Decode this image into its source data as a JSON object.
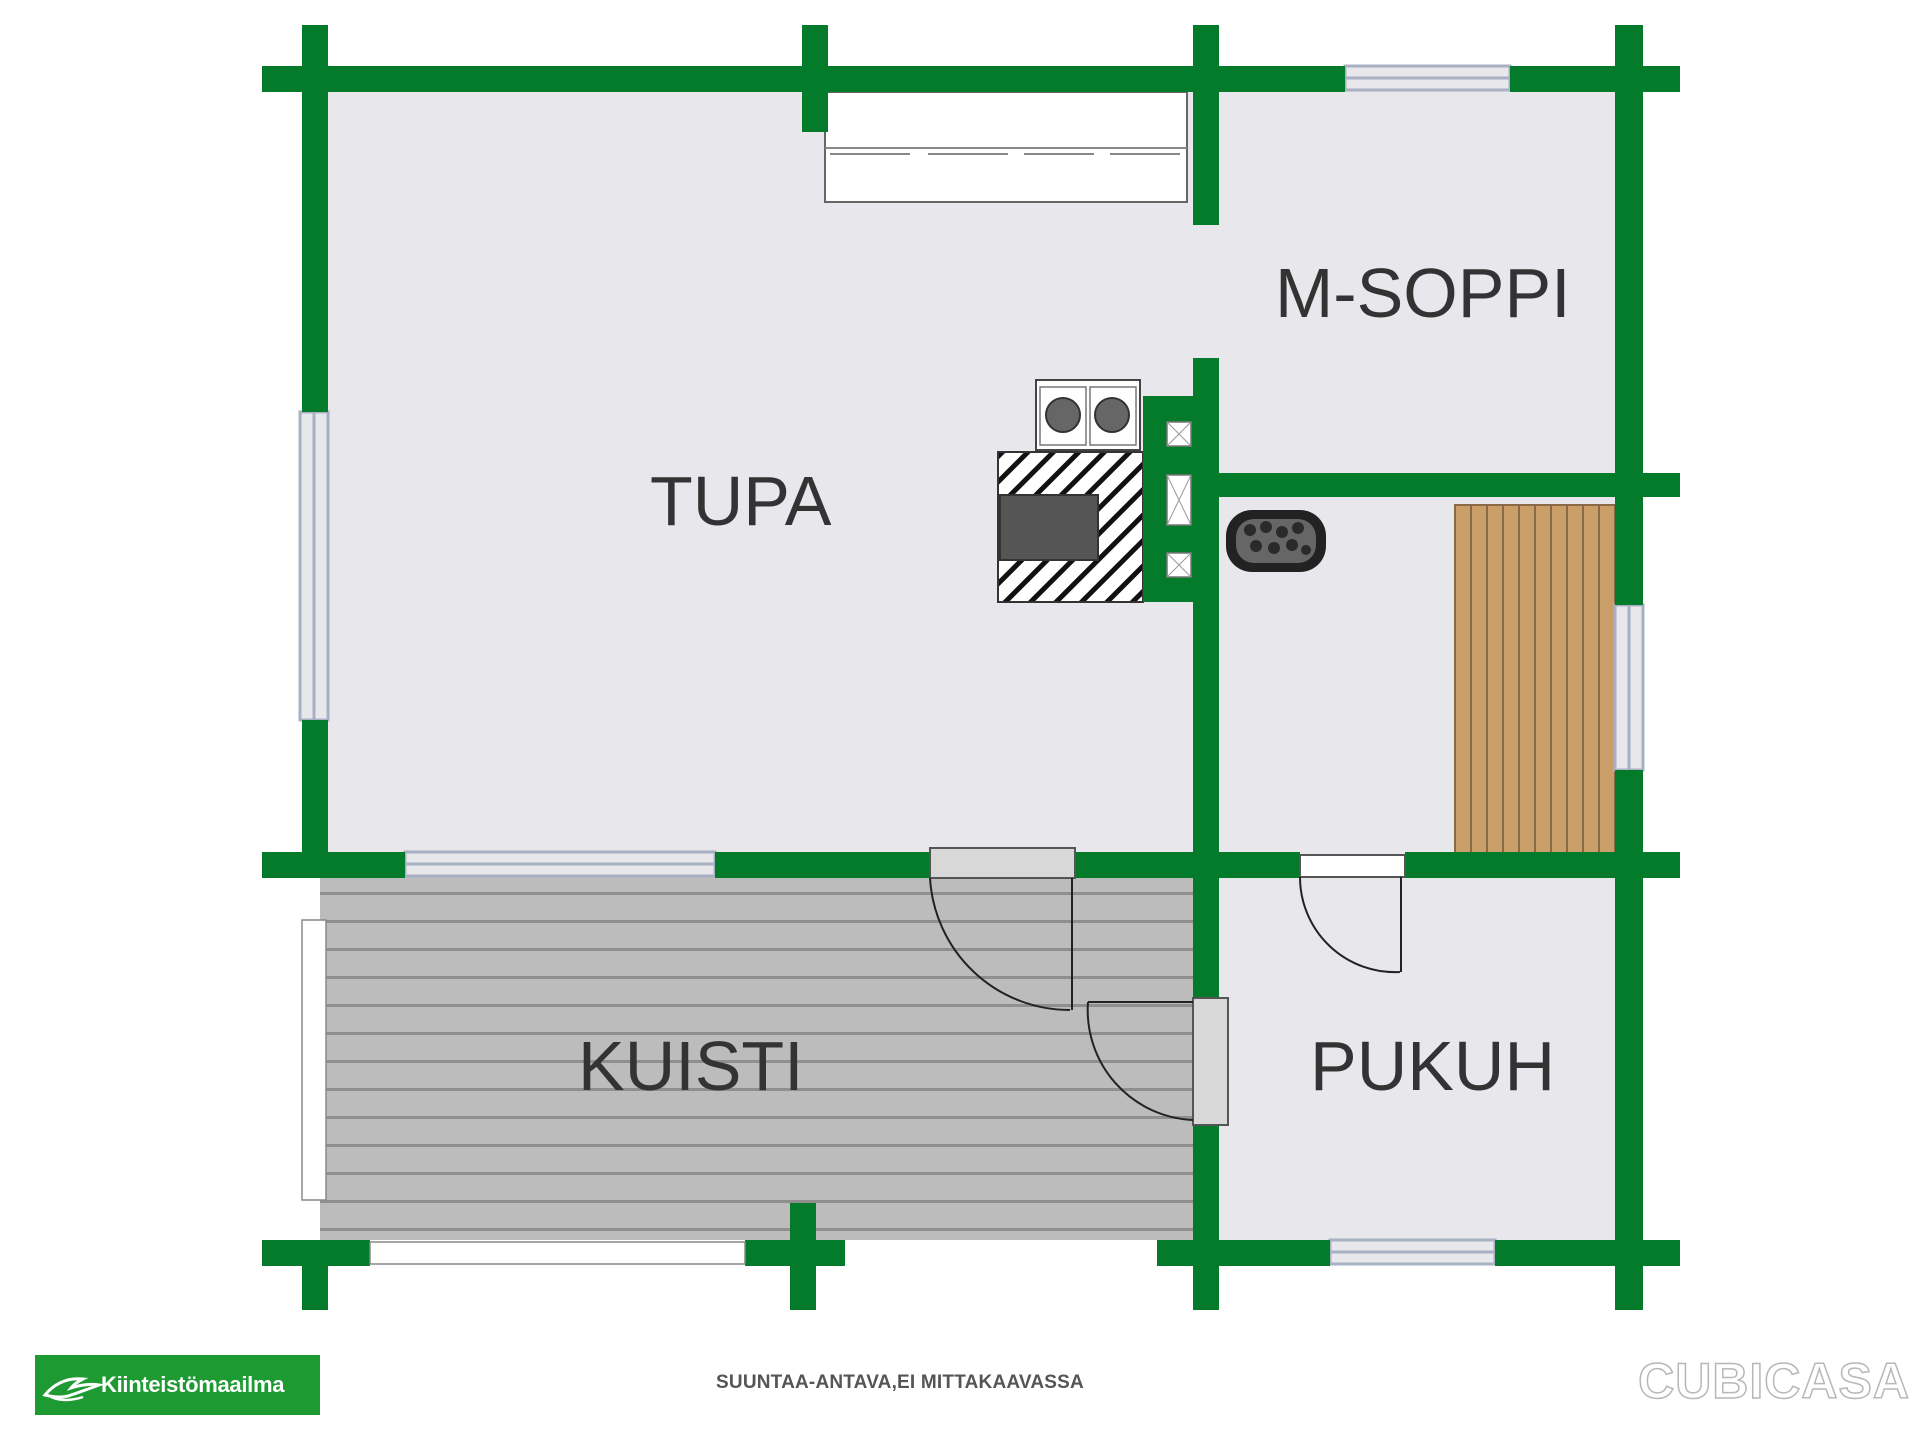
{
  "rooms": {
    "tupa": "TUPA",
    "msoppi": "M-SOPPI",
    "kuisti": "KUISTI",
    "pukuh": "PUKUH"
  },
  "footer": {
    "note": "SUUNTAA-ANTAVA,EI MITTAKAAVASSA",
    "agency_logo_text": "Kiinteistömaailma",
    "brand": "CUBICASA"
  },
  "colors": {
    "wall": "#047a2b",
    "floor": "#e8e8ec",
    "porch_floor": "#bcbcbc",
    "bench_wood": "#c99e69",
    "window_glass": "#a8b0c4",
    "logo_green": "#1e9a32"
  }
}
